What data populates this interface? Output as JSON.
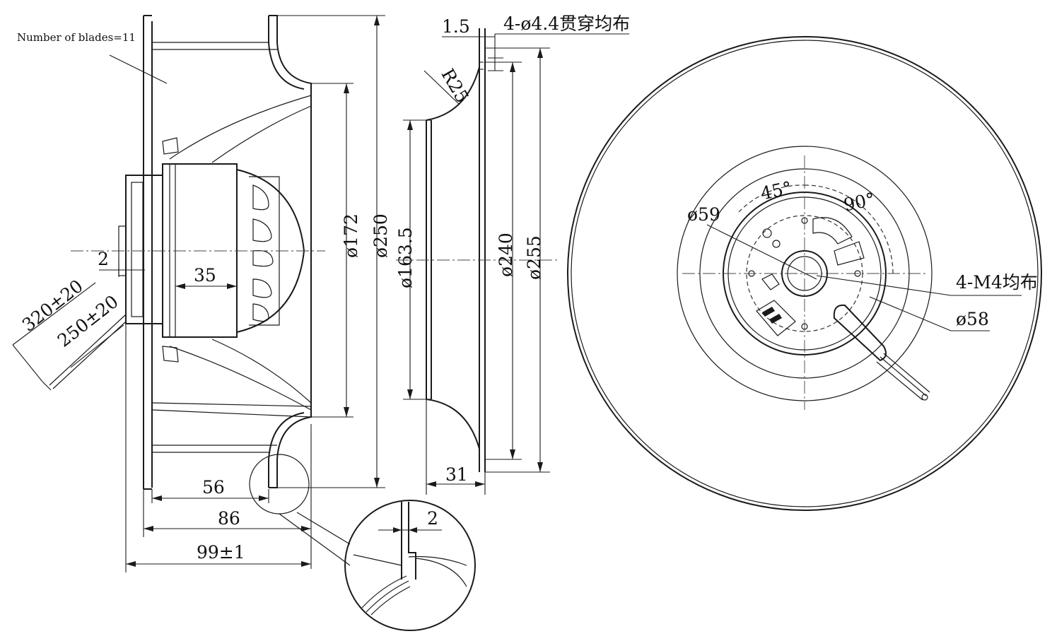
{
  "note": {
    "blades": "Number of blades=11"
  },
  "dims": {
    "d1_5": "1.5",
    "holes": "4-ø4.4贯穿均布",
    "r25": "R25",
    "d172": "ø172",
    "d250": "ø250",
    "d163_5": "ø163.5",
    "d240": "ø240",
    "d255": "ø255",
    "two_a": "2",
    "two_b": "2",
    "d35": "35",
    "d56": "56",
    "d86": "86",
    "d99": "99±1",
    "d31": "31",
    "lead320": "320±20",
    "lead250": "250±20",
    "a45": "45°",
    "a90": "90°",
    "d59": "ø59",
    "m4": "4-M4均布",
    "d58": "ø58"
  },
  "colors": {
    "line": "#1a1a1a",
    "background": "#ffffff"
  }
}
